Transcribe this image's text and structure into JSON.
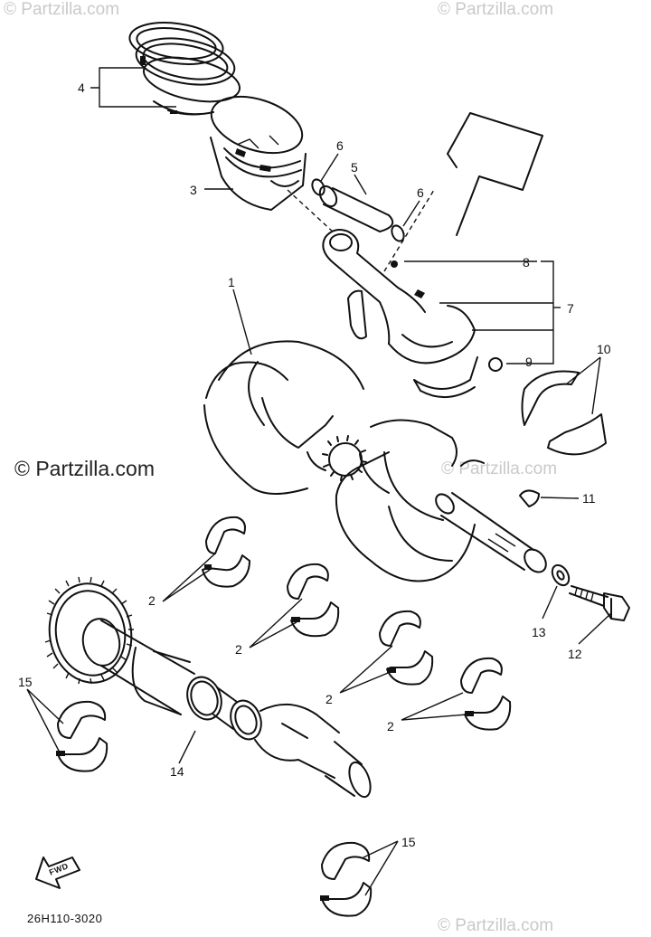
{
  "watermarks": {
    "top_left": "© Partzilla.com",
    "top_right": "© Partzilla.com",
    "main": "© Partzilla.com",
    "mid_right": "© Partzilla.com",
    "bottom_right": "© Partzilla.com"
  },
  "diagram": {
    "code": "26H110-3020",
    "fwd_label": "FWD"
  },
  "callouts": {
    "c1": "1",
    "c2a": "2",
    "c2b": "2",
    "c2c": "2",
    "c2d": "2",
    "c3": "3",
    "c4": "4",
    "c5": "5",
    "c6a": "6",
    "c6b": "6",
    "c7": "7",
    "c8": "8",
    "c9": "9",
    "c10": "10",
    "c11": "11",
    "c12": "12",
    "c13": "13",
    "c14": "14",
    "c15a": "15",
    "c15b": "15"
  }
}
